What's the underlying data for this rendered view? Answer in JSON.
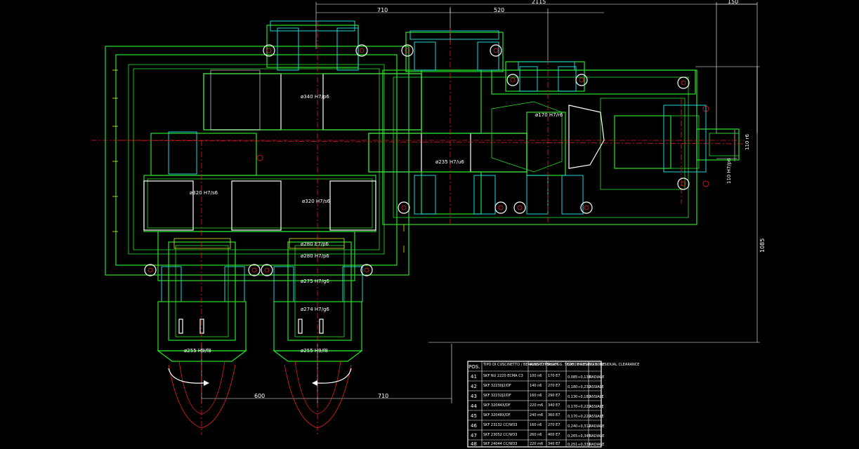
{
  "dimensions": {
    "overall_width": "2115",
    "left_section": "710",
    "middle_section": "520",
    "right_offset": "150",
    "vertical_height": "1085",
    "output_spacing": "600",
    "output_offset": "710",
    "shaft_dia": "110 r6",
    "shaft_fit": "110 H7/p6"
  },
  "fits": [
    "ø340  H7/p6",
    "ø170  H7/r6",
    "ø235  H7/u6",
    "ø320  H7/s6",
    "ø320  H7/s6",
    "ø280  E7/p6",
    "ø280  H7/p6",
    "ø275  H7/g6",
    "ø274  H7/g6",
    "ø255  H9/f8",
    "ø255  H9/f8"
  ],
  "table": {
    "headers": [
      "POS.",
      "TIPO DI CUSCINETTO / BEARING TYPE",
      "ALBERO / SHAFT",
      "ALLOGG. SEDE / HOUSING BORE",
      "GIOCO RESIDUO / RESIDUAL CLEARANCE",
      ""
    ],
    "rows": [
      [
        "41",
        "SKF NU 2220 ECMA C3",
        "100 n6",
        "170 E7",
        "0,085÷0,138",
        "RADIALE"
      ],
      [
        "42",
        "SKF 32230J2/DF",
        "140 n6",
        "270 E7",
        "0,180÷0,230",
        "ASSIALE"
      ],
      [
        "43",
        "SKF 32232J2/DF",
        "160 n6",
        "290 E7",
        "0,130÷0,180",
        "ASSIALE"
      ],
      [
        "44",
        "SKF 32044X/DF",
        "220 m6",
        "340 E7",
        "0,170÷0,220",
        "ASSIALE"
      ],
      [
        "45",
        "SKF 32048X/DF",
        "240 m6",
        "360 E7",
        "0,170÷0,220",
        "ASSIALE"
      ],
      [
        "46",
        "SKF 23132 CC/W33",
        "160 n6",
        "270 E7",
        "0,240÷0,312",
        "RADIALE"
      ],
      [
        "47",
        "SKF 23052 CC/W33",
        "260 n6",
        "400 E7",
        "0,265÷0,345",
        "RADIALE"
      ],
      [
        "48",
        "SKF 24044 CC/W33",
        "220 m6",
        "340 E7",
        "0,251÷0,331",
        "RADIALE"
      ]
    ]
  }
}
